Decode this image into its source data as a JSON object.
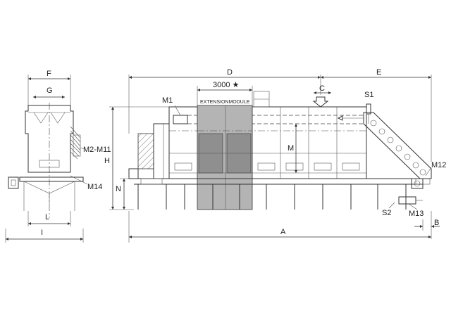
{
  "labels": {
    "F": "F",
    "G": "G",
    "H": "H",
    "N": "N",
    "L": "L",
    "I": "I",
    "M2_M11": "M2-M11",
    "M14": "M14",
    "D": "D",
    "E": "E",
    "C": "C",
    "S1": "S1",
    "M1": "M1",
    "M": "M",
    "M12": "M12",
    "M13": "M13",
    "S2": "S2",
    "A": "A",
    "B": "B",
    "extension_length": "3000 ★",
    "extension_module": "EXTENSIONMODULE"
  },
  "colors": {
    "line": "#333333",
    "extension_fill": "#b4b4b4",
    "extension_dark": "#8f8f8f",
    "hatch": "#555555"
  }
}
